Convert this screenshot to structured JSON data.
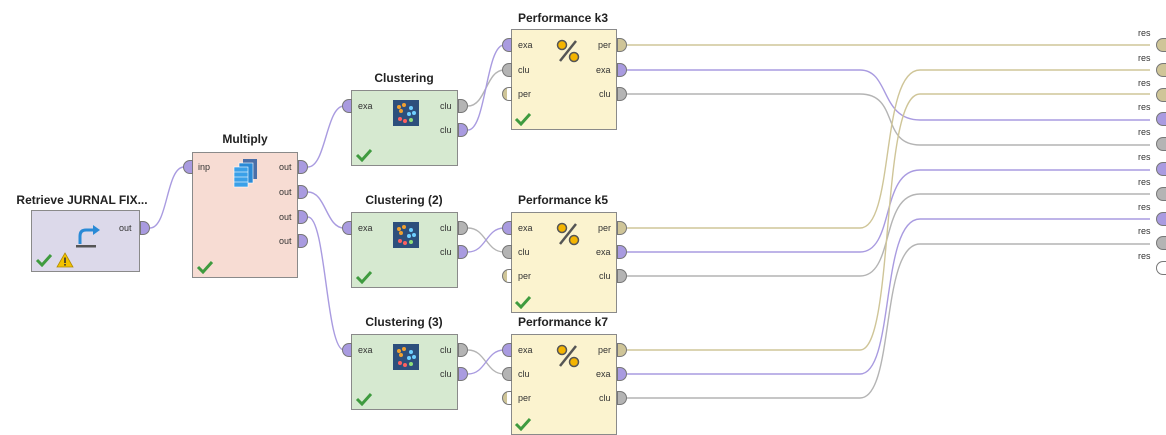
{
  "colors": {
    "exampleset": "#a99be0",
    "clustermodel": "#b4b4b4",
    "performance": "#cfc598",
    "empty": "#ffffff",
    "check": "#3f9b3f",
    "warning": "#f2c200"
  },
  "operators": {
    "retrieve": {
      "title": "Retrieve JURNAL FIX...",
      "ports": {
        "out": "out"
      },
      "icon": "retrieve-arrow-icon",
      "status": [
        "check-icon",
        "warning-icon"
      ]
    },
    "multiply": {
      "title": "Multiply",
      "ports": {
        "inp": "inp",
        "out1": "out",
        "out2": "out",
        "out3": "out",
        "out4": "out"
      },
      "icon": "multiply-icon"
    },
    "clustering1": {
      "title": "Clustering",
      "ports": {
        "exa": "exa",
        "clu1": "clu",
        "clu2": "clu"
      },
      "icon": "cluster-icon"
    },
    "clustering2": {
      "title": "Clustering (2)",
      "ports": {
        "exa": "exa",
        "clu1": "clu",
        "clu2": "clu"
      },
      "icon": "cluster-icon"
    },
    "clustering3": {
      "title": "Clustering (3)",
      "ports": {
        "exa": "exa",
        "clu1": "clu",
        "clu2": "clu"
      },
      "icon": "cluster-icon"
    },
    "perf3": {
      "title": "Performance k3",
      "ports": {
        "exa": "exa",
        "clu": "clu",
        "per": "per",
        "oper": "per",
        "oexa": "exa",
        "oclu": "clu"
      },
      "icon": "percent-icon"
    },
    "perf5": {
      "title": "Performance k5",
      "ports": {
        "exa": "exa",
        "clu": "clu",
        "per": "per",
        "oper": "per",
        "oexa": "exa",
        "oclu": "clu"
      },
      "icon": "percent-icon"
    },
    "perf7": {
      "title": "Performance k7",
      "ports": {
        "exa": "exa",
        "clu": "clu",
        "per": "per",
        "oper": "per",
        "oexa": "exa",
        "oclu": "clu"
      },
      "icon": "percent-icon"
    }
  },
  "result_ports": [
    {
      "label": "res",
      "type": "performance"
    },
    {
      "label": "res",
      "type": "performance"
    },
    {
      "label": "res",
      "type": "performance"
    },
    {
      "label": "res",
      "type": "exampleset"
    },
    {
      "label": "res",
      "type": "clustermodel"
    },
    {
      "label": "res",
      "type": "exampleset"
    },
    {
      "label": "res",
      "type": "clustermodel"
    },
    {
      "label": "res",
      "type": "exampleset"
    },
    {
      "label": "res",
      "type": "clustermodel"
    },
    {
      "label": "res",
      "type": "empty"
    }
  ]
}
